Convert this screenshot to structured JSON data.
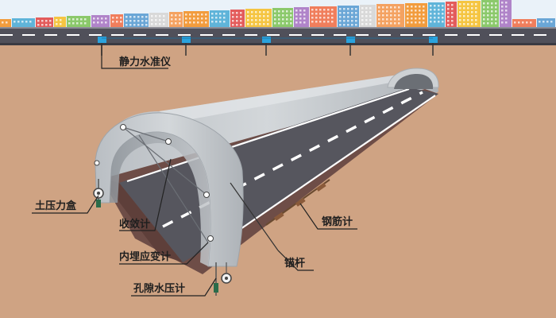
{
  "labels": {
    "static_level": "静力水准仪",
    "earth_pressure_cell": "土压力盒",
    "convergence_meter": "收敛计",
    "embedded_strain_gauge": "内埋应变计",
    "pore_pressure_gauge": "孔隙水压计",
    "anchor_rod": "锚杆",
    "rebar_meter": "钢筋计"
  },
  "colors": {
    "soil": "#cfa383",
    "sky": "#e9f2fa",
    "road_surface": "#4d4d55",
    "tunnel_lining": "#c8ccd0",
    "tunnel_floor": "#6e4d47",
    "sensor_blue": "#2aa3de"
  },
  "icons": [
    "city-skyline-icon",
    "static-level-sensor-icon",
    "pressure-gauge-icon",
    "strain-gauge-icon",
    "rebar-meter-icon"
  ]
}
